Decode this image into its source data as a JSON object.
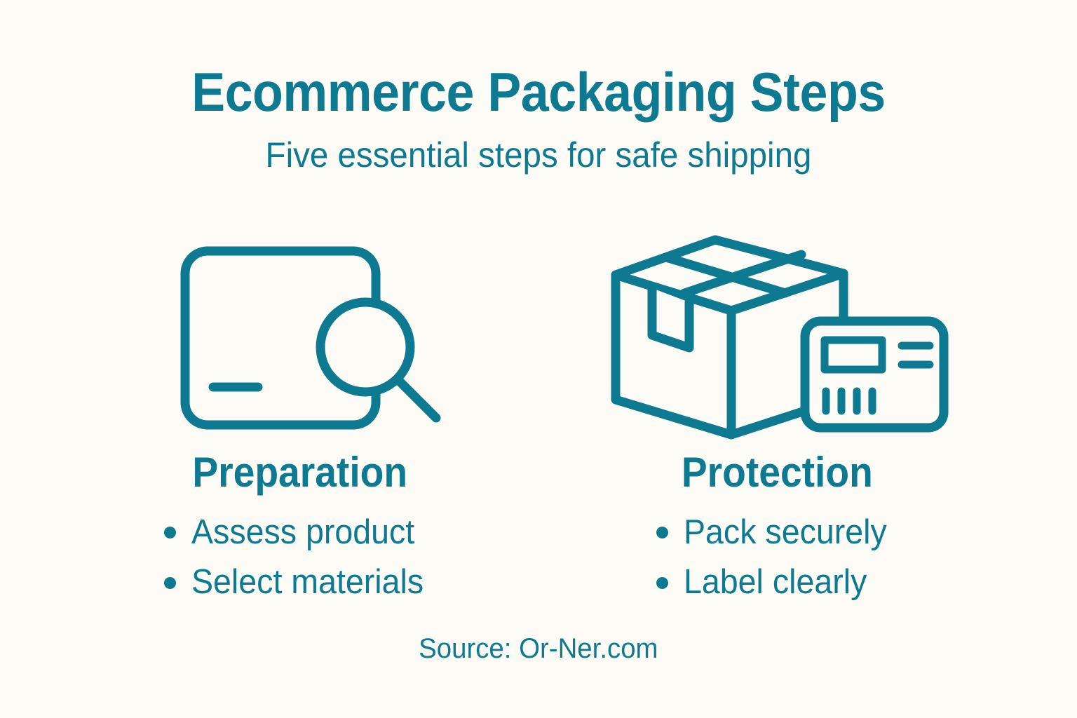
{
  "theme": {
    "background_color": "#fcfbf6",
    "accent_color": "#0e7a92"
  },
  "header": {
    "title": "Ecommerce Packaging Steps",
    "subtitle": "Five essential steps for safe shipping"
  },
  "columns": [
    {
      "id": "preparation",
      "heading": "Preparation",
      "icon": "product-magnifier-icon",
      "bullets": [
        "Assess product",
        "Select materials"
      ]
    },
    {
      "id": "protection",
      "heading": "Protection",
      "icon": "box-shipping-label-icon",
      "bullets": [
        "Pack securely",
        "Label clearly"
      ]
    }
  ],
  "footer": {
    "source": "Source: Or-Ner.com"
  }
}
